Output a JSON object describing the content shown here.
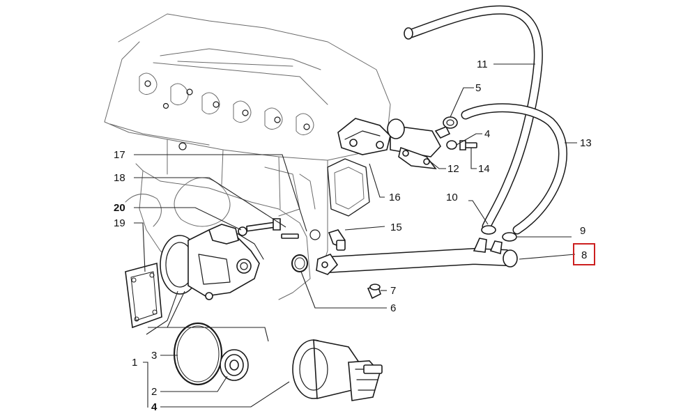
{
  "diagram": {
    "highlight_color": "#cc1f1f",
    "line_color": "#1a1a1a",
    "callouts": [
      {
        "id": "11",
        "label": "11",
        "bold": false,
        "highlighted": false
      },
      {
        "id": "5",
        "label": "5",
        "bold": false,
        "highlighted": false
      },
      {
        "id": "4",
        "label": "4",
        "bold": false,
        "highlighted": false
      },
      {
        "id": "13",
        "label": "13",
        "bold": false,
        "highlighted": false
      },
      {
        "id": "14",
        "label": "14",
        "bold": false,
        "highlighted": false
      },
      {
        "id": "12",
        "label": "12",
        "bold": false,
        "highlighted": false
      },
      {
        "id": "17",
        "label": "17",
        "bold": false,
        "highlighted": false
      },
      {
        "id": "18",
        "label": "18",
        "bold": false,
        "highlighted": false
      },
      {
        "id": "16",
        "label": "16",
        "bold": false,
        "highlighted": false
      },
      {
        "id": "20",
        "label": "20",
        "bold": true,
        "highlighted": false
      },
      {
        "id": "10",
        "label": "10",
        "bold": false,
        "highlighted": false
      },
      {
        "id": "19",
        "label": "19",
        "bold": false,
        "highlighted": false
      },
      {
        "id": "15",
        "label": "15",
        "bold": false,
        "highlighted": false
      },
      {
        "id": "9",
        "label": "9",
        "bold": false,
        "highlighted": false
      },
      {
        "id": "8",
        "label": "8",
        "bold": false,
        "highlighted": true
      },
      {
        "id": "7",
        "label": "7",
        "bold": false,
        "highlighted": false
      },
      {
        "id": "6",
        "label": "6",
        "bold": false,
        "highlighted": false
      },
      {
        "id": "3",
        "label": "3",
        "bold": false,
        "highlighted": false
      },
      {
        "id": "1",
        "label": "1",
        "bold": false,
        "highlighted": false
      },
      {
        "id": "2",
        "label": "2",
        "bold": false,
        "highlighted": false
      },
      {
        "id": "4b",
        "label": "4",
        "bold": true,
        "highlighted": false
      }
    ]
  }
}
